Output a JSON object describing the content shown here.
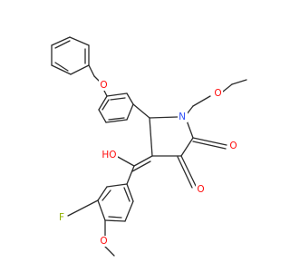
{
  "colors": {
    "bond": "#2b2b2b",
    "oxygen": "#ff0d0d",
    "nitrogen": "#3050f8",
    "fluorine": "#90b000",
    "background": "#ffffff"
  },
  "labels": {
    "o_benzyloxy": "O",
    "o_methoxyethyl": "O",
    "n_ring": "N",
    "o_ketone_a": "O",
    "o_ketone_b": "O",
    "o_hydroxyl": "HO",
    "f_substituent": "F",
    "o_methoxy_aryl": "O"
  }
}
